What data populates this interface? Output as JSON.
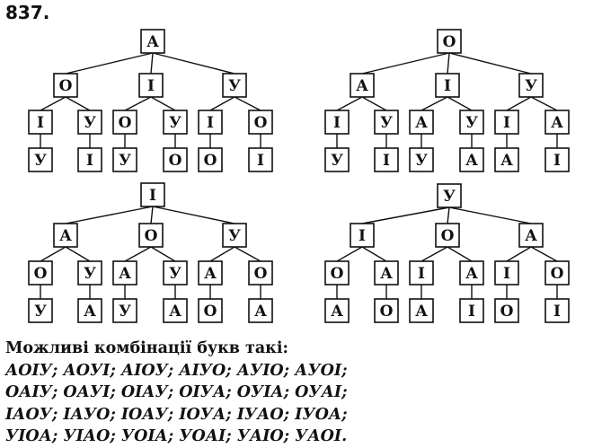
{
  "exercise_number": "837.",
  "trees": [
    {
      "root": "А",
      "children": [
        {
          "l": "О",
          "children": [
            {
              "l": "І",
              "leaf": "У"
            },
            {
              "l": "У",
              "leaf": "І"
            }
          ]
        },
        {
          "l": "І",
          "children": [
            {
              "l": "О",
              "leaf": "У"
            },
            {
              "l": "У",
              "leaf": "О"
            }
          ]
        },
        {
          "l": "У",
          "children": [
            {
              "l": "І",
              "leaf": "О"
            },
            {
              "l": "О",
              "leaf": "І"
            }
          ]
        }
      ]
    },
    {
      "root": "О",
      "children": [
        {
          "l": "А",
          "children": [
            {
              "l": "І",
              "leaf": "У"
            },
            {
              "l": "У",
              "leaf": "І"
            }
          ]
        },
        {
          "l": "І",
          "children": [
            {
              "l": "А",
              "leaf": "У"
            },
            {
              "l": "У",
              "leaf": "А"
            }
          ]
        },
        {
          "l": "У",
          "children": [
            {
              "l": "І",
              "leaf": "А"
            },
            {
              "l": "А",
              "leaf": "І"
            }
          ]
        }
      ]
    },
    {
      "root": "І",
      "children": [
        {
          "l": "А",
          "children": [
            {
              "l": "О",
              "leaf": "У"
            },
            {
              "l": "У",
              "leaf": "А"
            }
          ]
        },
        {
          "l": "О",
          "children": [
            {
              "l": "А",
              "leaf": "У"
            },
            {
              "l": "У",
              "leaf": "А"
            }
          ]
        },
        {
          "l": "У",
          "children": [
            {
              "l": "А",
              "leaf": "О"
            },
            {
              "l": "О",
              "leaf": "А"
            }
          ]
        }
      ]
    },
    {
      "root": "У",
      "children": [
        {
          "l": "І",
          "children": [
            {
              "l": "О",
              "leaf": "А"
            },
            {
              "l": "А",
              "leaf": "О"
            }
          ]
        },
        {
          "l": "О",
          "children": [
            {
              "l": "І",
              "leaf": "А"
            },
            {
              "l": "А",
              "leaf": "І"
            }
          ]
        },
        {
          "l": "А",
          "children": [
            {
              "l": "І",
              "leaf": "О"
            },
            {
              "l": "О",
              "leaf": "І"
            }
          ]
        }
      ]
    }
  ],
  "text": {
    "heading": "Можливі комбінації букв такі:",
    "lines": [
      "АОІУ; АОУІ; АІОУ; АІУО; АУІО; АУОІ;",
      "ОАІУ; ОАУІ; ОІАУ; ОІУА; ОУІА; ОУАІ;",
      "ІАОУ; ІАУО; ІОАУ; ІОУА; ІУАО; ІУОА;",
      "УІОА; УІАО; УОІА; УОАІ; УАІО; УАОІ."
    ]
  }
}
